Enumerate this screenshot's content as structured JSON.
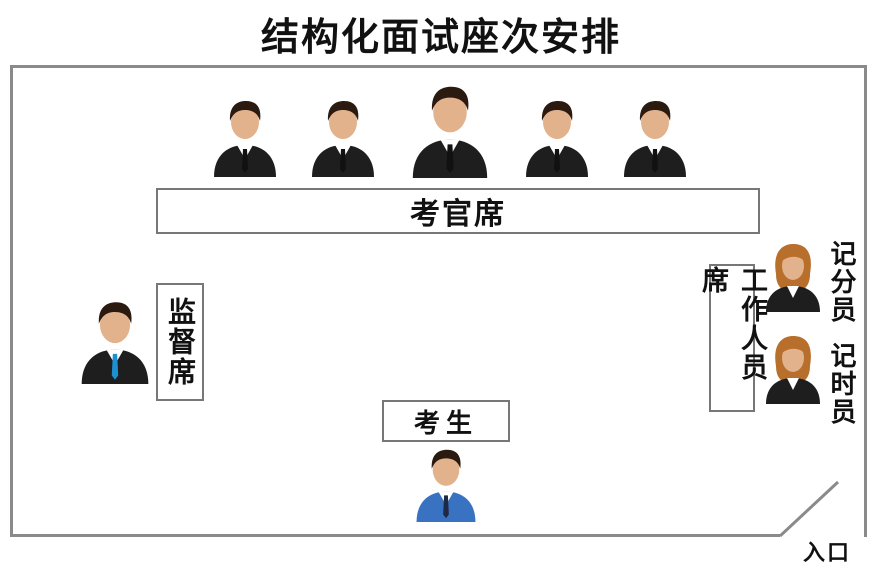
{
  "title": "结构化面试座次安排",
  "judges_label": "考官席",
  "supervisor_label": "监督席",
  "staff_label": "工作人员席",
  "scorer_label": "记分员",
  "timekeeper_label": "记时员",
  "candidate_label": "考生",
  "entrance_label": "入口",
  "colors": {
    "suit": "#1e1e1e",
    "candidate_suit": "#3a72c2",
    "skin": "#e2b28c",
    "hair": "#2a1a10",
    "female_hair": "#b86f2c",
    "border": "#8a8a8a"
  },
  "icons": {
    "judge": "businessman-icon",
    "supervisor": "businessman-icon",
    "candidate": "businessman-icon",
    "staff": "businesswoman-icon"
  }
}
